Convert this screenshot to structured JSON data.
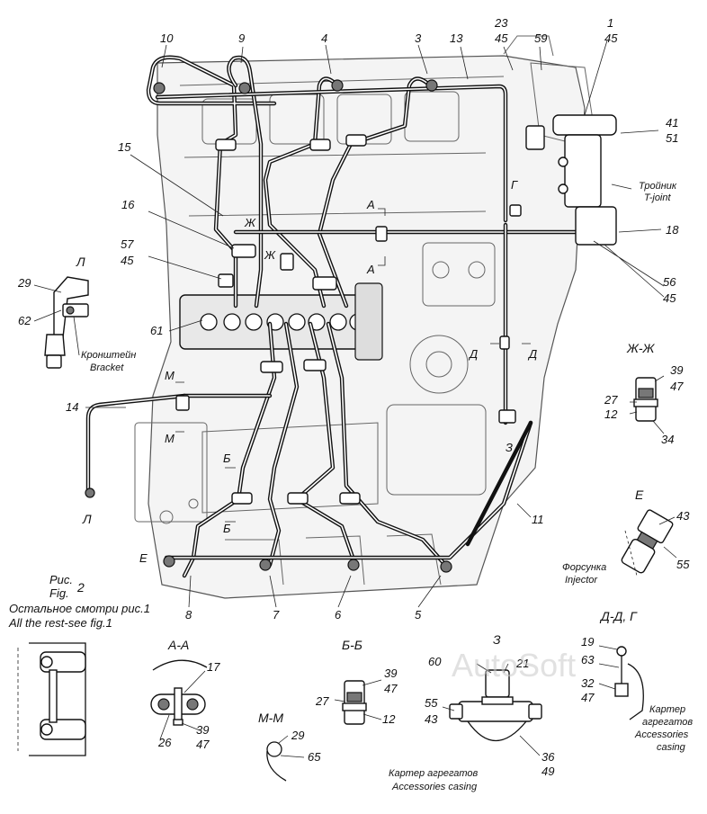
{
  "figure": {
    "caption_ru": "Рис.",
    "caption_en": "Fig.",
    "number": "2",
    "note_ru": "Остальное смотри рис.1",
    "note_en": "All the rest-see fig.1"
  },
  "watermark": "AutoSoft",
  "callouts": {
    "c10": "10",
    "c9": "9",
    "c4": "4",
    "c3": "3",
    "c13": "13",
    "c23": "23",
    "c45a": "45",
    "c59": "59",
    "c1": "1",
    "c45b": "45",
    "c41": "41",
    "c51": "51",
    "c15": "15",
    "c16": "16",
    "c57": "57",
    "c45c": "45",
    "c18": "18",
    "c56": "56",
    "c45d": "45",
    "c29": "29",
    "c62": "62",
    "c61": "61",
    "c14": "14",
    "c11": "11",
    "c8": "8",
    "c7": "7",
    "c6": "6",
    "c5": "5"
  },
  "section_marks": {
    "l_top": "Л",
    "l_bottom": "Л",
    "zh1": "Ж",
    "zh2": "Ж",
    "a1": "А",
    "a2": "А",
    "g": "Г",
    "d1": "Д",
    "d2": "Д",
    "m1": "М",
    "m2": "М",
    "b1": "Б",
    "b2": "Б",
    "z": "З",
    "e": "Е"
  },
  "labels": {
    "tee_ru": "Тройник",
    "tee_en": "T-joint",
    "bracket_ru": "Кронштейн",
    "bracket_en": "Bracket",
    "injector_ru": "Форсунка",
    "injector_en": "Injector"
  },
  "details": {
    "zhzh": {
      "title": "Ж-Ж",
      "n39": "39",
      "n47": "47",
      "n27": "27",
      "n12": "12",
      "n34": "34"
    },
    "e": {
      "title": "Е",
      "n43": "43",
      "n55": "55"
    },
    "aa": {
      "title": "А-А",
      "n17": "17",
      "n39": "39",
      "n47": "47",
      "n26": "26"
    },
    "bb": {
      "title": "Б-Б",
      "n39": "39",
      "n47": "47",
      "n27": "27",
      "n12": "12"
    },
    "mm": {
      "title": "М-М",
      "n29": "29",
      "n65": "65"
    },
    "z": {
      "title": "З",
      "n60": "60",
      "n21": "21",
      "n55": "55",
      "n43": "43",
      "n36": "36",
      "n49": "49",
      "casing_ru": "Картер агрегатов",
      "casing_en": "Accessories casing"
    },
    "dg": {
      "title": "Д-Д, Г",
      "n19": "19",
      "n63": "63",
      "n32": "32",
      "n47": "47",
      "casing_ru1": "Картер",
      "casing_ru2": "агрегатов",
      "casing_en1": "Accessories",
      "casing_en2": "casing"
    }
  }
}
